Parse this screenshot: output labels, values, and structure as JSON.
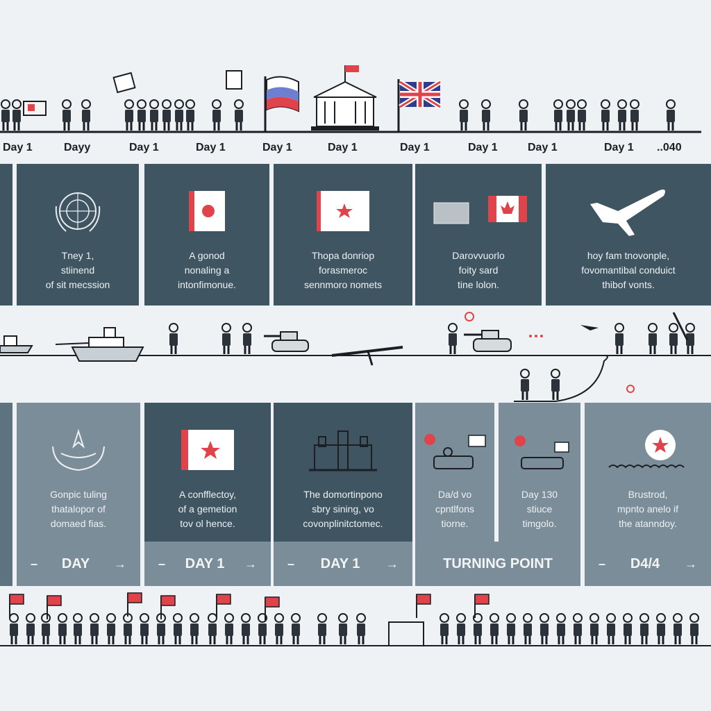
{
  "top_day_labels": [
    "Day 1",
    "Dayy",
    "Day 1",
    "Day 1",
    "Day 1",
    "Day 1",
    "Day 1",
    "Day 1",
    "Day 1",
    "Day 1",
    "..040"
  ],
  "top_panels": [
    {
      "text": "Tney 1,\nstiinend\nof sit mecssion",
      "icon": "un-emblem-icon"
    },
    {
      "text": "A gonod\nnonaling a\nintonfimonue.",
      "icon": "japan-flag-icon"
    },
    {
      "text": "Thopa donriop\nforasmeroc\nsennmoro nomets",
      "icon": "star-flag-icon"
    },
    {
      "text": "Darovvuorlo\nfoity sard\ntine lolon.",
      "icon": "canada-flag-icon"
    },
    {
      "text": "hoy fam tnovonple,\nfovomantibal conduict\nthibof vonts.",
      "icon": "airplane-icon"
    }
  ],
  "bottom_panels": [
    {
      "text": "Gonpic tuling\nthatalopor of\ndomaed fias.",
      "icon": "laurel-emblem-icon"
    },
    {
      "text": "A confflectoy,\nof a gemetion\ntov ol hence.",
      "icon": "star-flag-icon"
    },
    {
      "text": "The domortinpono\nsbry sining, vo\ncovonplinitctomec.",
      "icon": "parliament-icon"
    },
    {
      "text": "Da/d vo\ncpntlfons\ntiorne.",
      "icon": "protest-vehicle-icon"
    },
    {
      "text": "Day 130\nstiuce\ntimgolo.",
      "icon": "soldiers-icon"
    },
    {
      "text": "Brustrod,\nmpnto anelo if\nthe atanndoy.",
      "icon": "star-circle-icon"
    }
  ],
  "footers": [
    {
      "label": "DAY",
      "dash": "–",
      "arrow": "→"
    },
    {
      "label": "DAY 1",
      "dash": "–",
      "arrow": "→"
    },
    {
      "label": "DAY 1",
      "dash": "–",
      "arrow": "→"
    },
    {
      "label": "TURNING POINT",
      "dash": "",
      "arrow": ""
    },
    {
      "label": "D4/4",
      "dash": "–",
      "arrow": "→"
    }
  ],
  "colors": {
    "ink": "#1b1f24",
    "red": "#e0444a",
    "panel_dark": "#3f5562",
    "panel_mid": "#5d7380"
  }
}
